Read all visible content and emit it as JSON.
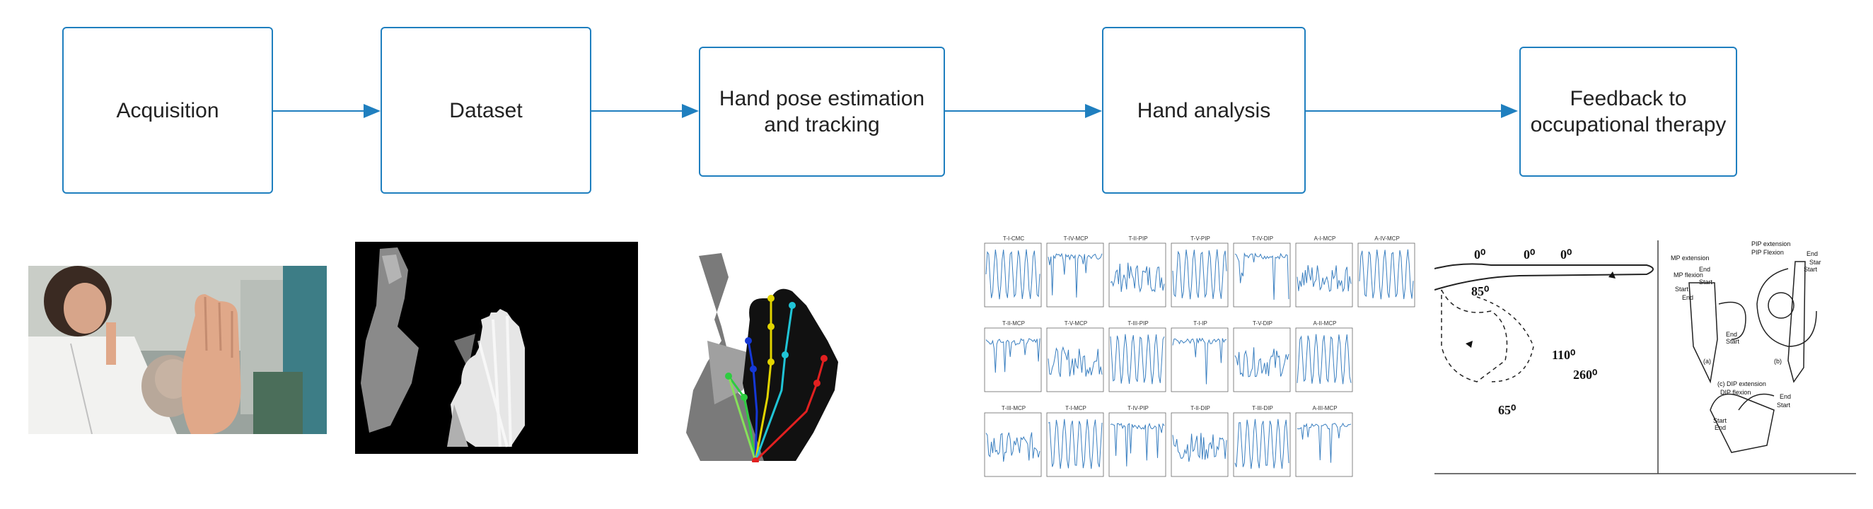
{
  "pipeline": {
    "steps": [
      {
        "label": "Acquisition"
      },
      {
        "label": "Dataset"
      },
      {
        "label": "Hand pose estimation\nand tracking"
      },
      {
        "label": "Hand analysis"
      },
      {
        "label": "Feedback to\noccupational therapy"
      }
    ]
  },
  "colors": {
    "accent": "#1f7fbf",
    "plot_line": "#3a7fc0"
  },
  "plots": {
    "row1_titles": [
      "T-I-CMC",
      "T-IV-MCP",
      "T-II-PIP",
      "T-V-PIP",
      "T-IV-DIP",
      "A-I-MCP",
      "A-IV-MCP"
    ],
    "row2_titles": [
      "T-II-MCP",
      "T-V-MCP",
      "T-III-PIP",
      "T-I-IP",
      "T-V-DIP",
      "A-II-MCP"
    ],
    "row3_titles": [
      "T-III-MCP",
      "T-I-MCP",
      "T-IV-PIP",
      "T-II-DIP",
      "T-III-DIP",
      "A-III-MCP"
    ]
  },
  "goniometry": {
    "angles": [
      "0⁰",
      "0⁰",
      "0⁰",
      "85⁰",
      "110⁰",
      "260⁰",
      "65⁰"
    ],
    "b_labels": [
      "PIP extension",
      "PIP Flexion",
      "End",
      "Star",
      "Start",
      "End",
      "Start"
    ],
    "a_labels": [
      "MP extension",
      "MP flexion",
      "Start",
      "End",
      "Start",
      "End"
    ],
    "a_caption": "(a)",
    "b_caption": "(b)",
    "c_labels": [
      "(c) DIP extension",
      "DIP flexion",
      "End",
      "Start",
      "Start",
      "End"
    ]
  }
}
